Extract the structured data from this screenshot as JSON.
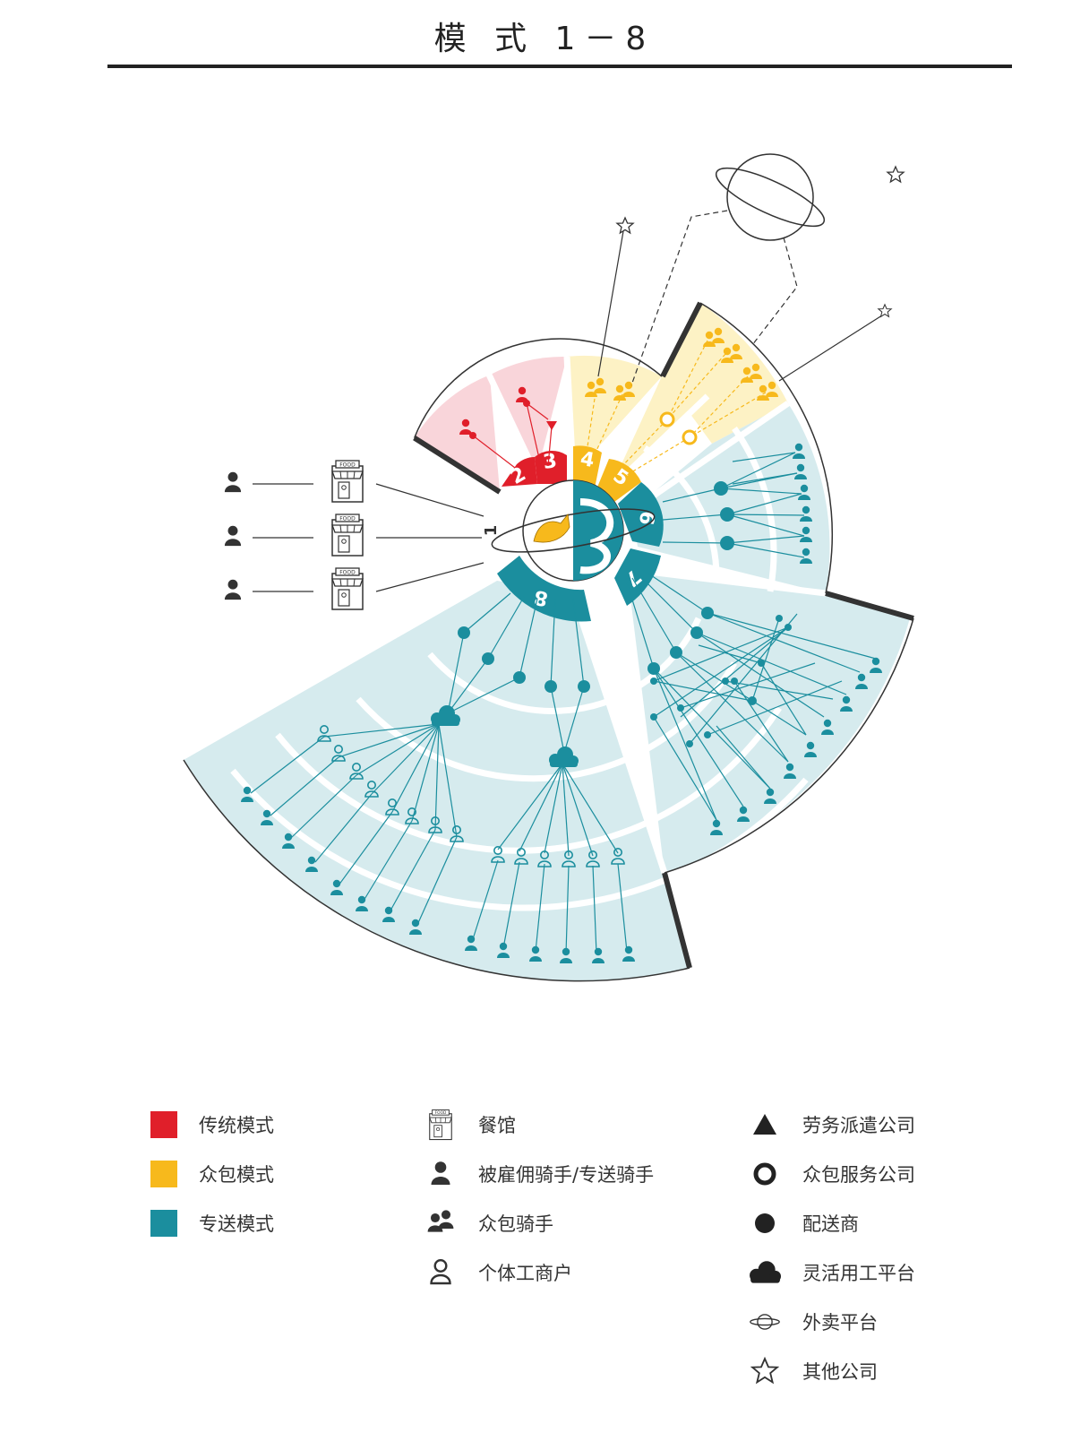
{
  "title": "模 式 1－8",
  "colors": {
    "traditional": "#e01f2a",
    "crowdsource": "#f7b91c",
    "delivery": "#1b8e9e",
    "traditional_bg": "#f9d5da",
    "crowdsource_bg": "#fdf2c5",
    "delivery_bg": "#d6ebee",
    "dark": "#333333"
  },
  "segment_numbers": [
    "1",
    "2",
    "3",
    "4",
    "5",
    "6",
    "7",
    "8"
  ],
  "legend": {
    "col1": [
      {
        "icon": "red-square",
        "label": "传统模式"
      },
      {
        "icon": "yellow-square",
        "label": "众包模式"
      },
      {
        "icon": "teal-square",
        "label": "专送模式"
      }
    ],
    "col2": [
      {
        "icon": "restaurant-icon",
        "label": "餐馆"
      },
      {
        "icon": "rider-icon",
        "label": "被雇佣骑手/专送骑手"
      },
      {
        "icon": "crowd-rider-icon",
        "label": "众包骑手"
      },
      {
        "icon": "individual-business-icon",
        "label": "个体工商户"
      }
    ],
    "col3": [
      {
        "icon": "triangle-icon",
        "label": "劳务派遣公司"
      },
      {
        "icon": "ring-icon",
        "label": "众包服务公司"
      },
      {
        "icon": "dot-icon",
        "label": "配送商"
      },
      {
        "icon": "cloud-icon",
        "label": "灵活用工平台"
      },
      {
        "icon": "planet-icon",
        "label": "外卖平台"
      },
      {
        "icon": "star-icon",
        "label": "其他公司"
      }
    ]
  }
}
